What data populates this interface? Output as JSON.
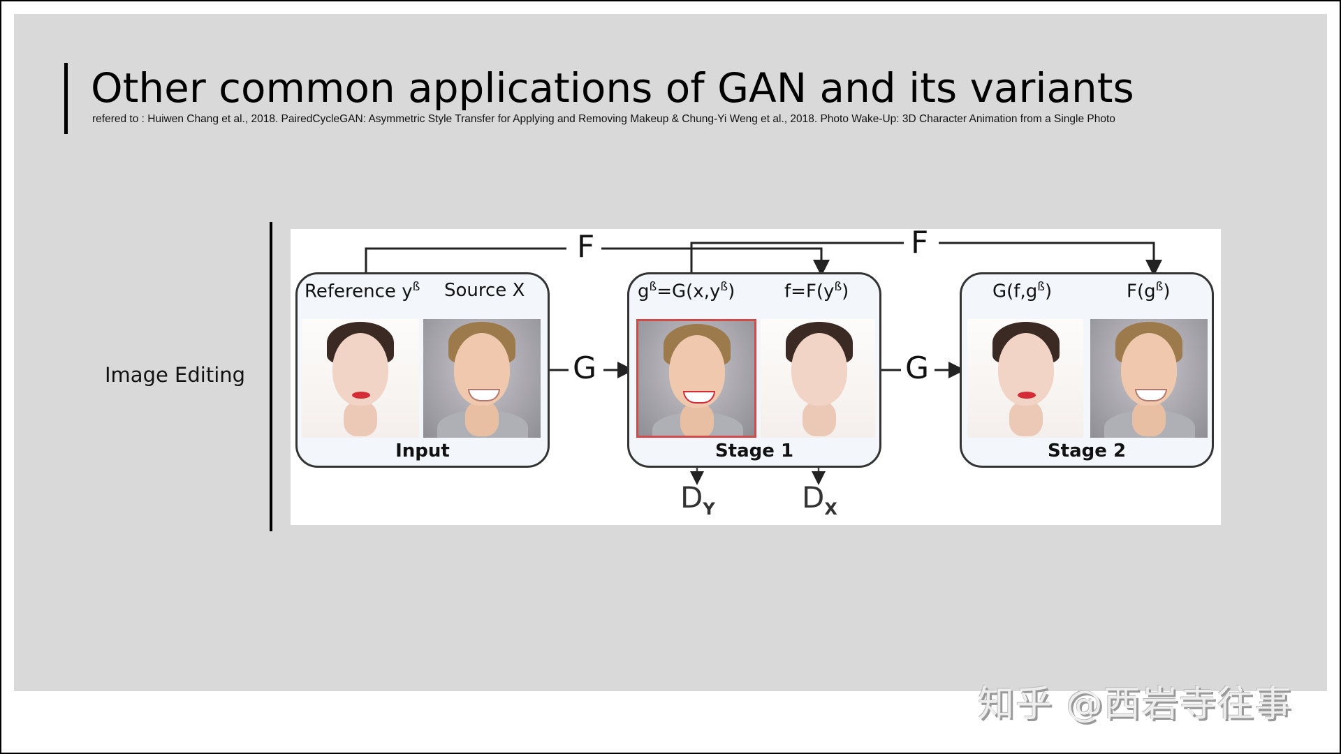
{
  "slide": {
    "title": "Other common applications of GAN and its variants",
    "citation": "refered to : Huiwen Chang et al., 2018. PairedCycleGAN: Asymmetric Style Transfer for Applying and Removing Makeup & Chung-Yi Weng et al., 2018.  Photo Wake-Up: 3D Character Animation from a Single Photo",
    "row_label": "Image Editing",
    "background_color": "#d9d9d9"
  },
  "diagram": {
    "operators": {
      "f_top_1": "F",
      "f_top_2": "F",
      "g_mid_1": "G",
      "g_mid_2": "G"
    },
    "discriminators": [
      {
        "base": "D",
        "sub": "Y"
      },
      {
        "base": "D",
        "sub": "X"
      }
    ],
    "panels": [
      {
        "footer": "Input",
        "labels": [
          {
            "text": "Reference y",
            "sup": "ß"
          },
          {
            "text": "Source X",
            "sup": ""
          }
        ]
      },
      {
        "footer": "Stage 1",
        "labels": [
          {
            "pre": "g",
            "sup1": "ß",
            "text": "=G(x,y",
            "sup2": "ß",
            "post": ")"
          },
          {
            "text": "f=F(y",
            "sup": "ß",
            "post": ")"
          }
        ]
      },
      {
        "footer": "Stage 2",
        "labels": [
          {
            "text": "G(f,g",
            "sup": "ß",
            "post": ")"
          },
          {
            "text": "F(g",
            "sup": "ß",
            "post": ")"
          }
        ]
      }
    ],
    "highlight_color": "#d24a48"
  },
  "watermark": "知乎 @西岩寺往事"
}
